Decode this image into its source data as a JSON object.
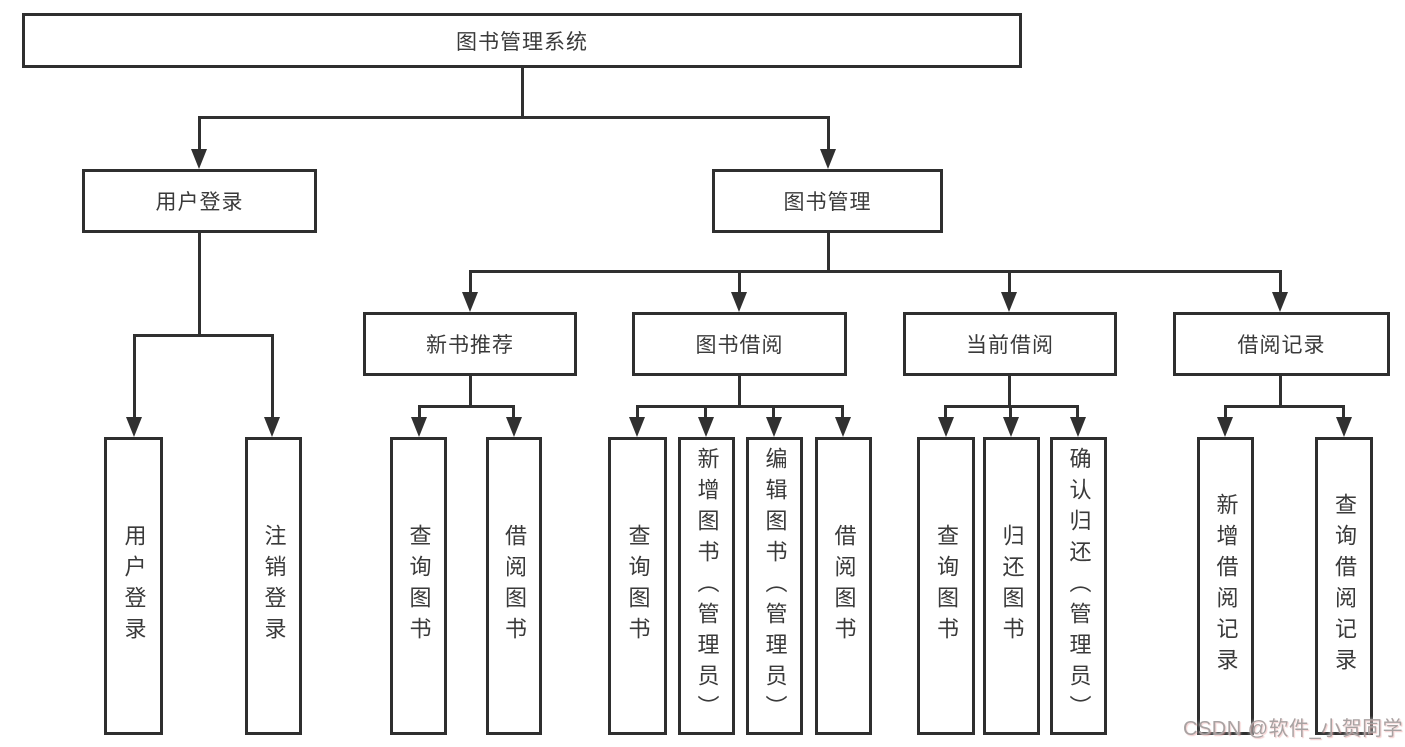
{
  "diagram": {
    "title": "图书管理系统",
    "branches": {
      "user_login": {
        "label": "用户登录",
        "children": [
          {
            "label": "用户登录"
          },
          {
            "label": "注销登录"
          }
        ]
      },
      "book_management": {
        "label": "图书管理",
        "sections": [
          {
            "label": "新书推荐",
            "children": [
              {
                "label": "查询图书"
              },
              {
                "label": "借阅图书"
              }
            ]
          },
          {
            "label": "图书借阅",
            "children": [
              {
                "label": "查询图书"
              },
              {
                "label": "新增图书（管理员）"
              },
              {
                "label": "编辑图书（管理员）"
              },
              {
                "label": "借阅图书"
              }
            ]
          },
          {
            "label": "当前借阅",
            "children": [
              {
                "label": "查询图书"
              },
              {
                "label": "归还图书"
              },
              {
                "label": "确认归还（管理员）"
              }
            ]
          },
          {
            "label": "借阅记录",
            "children": [
              {
                "label": "新增借阅记录"
              },
              {
                "label": "查询借阅记录"
              }
            ]
          }
        ]
      }
    }
  },
  "watermark": {
    "text": "CSDN @软件_小贺同学"
  }
}
